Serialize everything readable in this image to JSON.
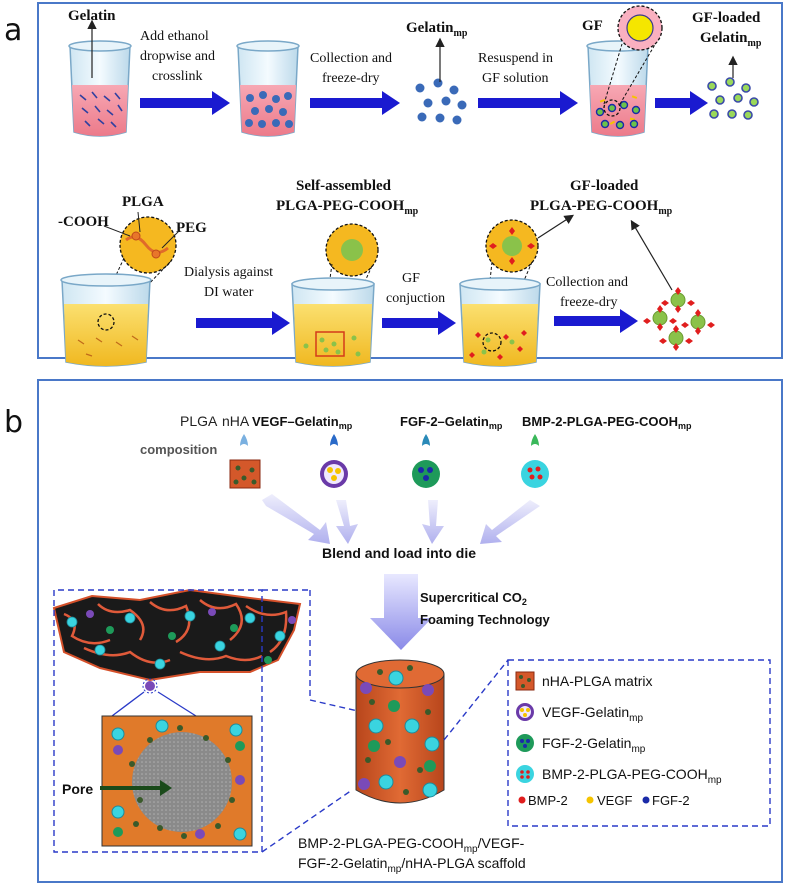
{
  "panel_a": {
    "label": "a",
    "gelatin_label": "Gelatin",
    "step1_line1": "Add ethanol",
    "step1_line2": "dropwise and",
    "step1_line3": "crosslink",
    "step2_line1": "Collection and",
    "step2_line2": "freeze-dry",
    "gelatin_mp_main": "Gelatin",
    "gelatin_mp_sub": "mp",
    "step3_line1": "Resuspend in",
    "step3_line2": "GF solution",
    "gf_label": "GF",
    "gf_loaded_line1": "GF-loaded",
    "gf_loaded_line2_main": "Gelatin",
    "gf_loaded_line2_sub": "mp",
    "plga_label": "PLGA",
    "cooh_label": "-COOH",
    "peg_label": "PEG",
    "step4_line1": "Dialysis against",
    "step4_line2": "DI water",
    "self_assembled_line1": "Self-assembled",
    "self_assembled_line2_main": "PLGA-PEG-COOH",
    "self_assembled_line2_sub": "mp",
    "step5_line1": "GF",
    "step5_line2": "conjuction",
    "gf_loaded_plga_line1": "GF-loaded",
    "gf_loaded_plga_line2_main": "PLGA-PEG-COOH",
    "gf_loaded_plga_line2_sub": "mp",
    "step6_line1": "Collection and",
    "step6_line2": "freeze-dry"
  },
  "panel_b": {
    "label": "b",
    "plga": "PLGA",
    "nha": "nHA",
    "composition": "composition",
    "vegf_main": "VEGF–Gelatin",
    "vegf_sub": "mp",
    "fgf_main": "FGF-2–Gelatin",
    "fgf_sub": "mp",
    "bmp_main": "BMP-2-PLGA-PEG-COOH",
    "bmp_sub": "mp",
    "blend": "Blend and load into die",
    "supercritical_main": "Supercritical CO",
    "supercritical_sub": "2",
    "foaming": "Foaming Technology",
    "pore": "Pore",
    "legend_matrix": "nHA-PLGA matrix",
    "legend_vegf_main": "VEGF-Gelatin",
    "legend_vegf_sub": "mp",
    "legend_fgf_main": "FGF-2-Gelatin",
    "legend_fgf_sub": "mp",
    "legend_bmp_main": "BMP-2-PLGA-PEG-COOH",
    "legend_bmp_sub": "mp",
    "legend_bmp2": "BMP-2",
    "legend_vegf_dot": "VEGF",
    "legend_fgf2_dot": "FGF-2",
    "scaffold_line1": "BMP-2-PLGA-PEG-COOH",
    "scaffold_line1_sub": "mp",
    "scaffold_line1_end": "/VEGF-",
    "scaffold_line2_a": "FGF-2-Gelatin",
    "scaffold_line2_sub": "mp",
    "scaffold_line2_end": "/nHA-PLGA scaffold"
  },
  "colors": {
    "frame": "#4a78c8",
    "arrow": "#1a1ad0",
    "pink_liquid": "#f08a98",
    "yellow_liquid": "#f5c842",
    "matrix": "#d4582a",
    "vegf_shell": "#6a3aa8",
    "vegf_dot": "#f5c400",
    "fgf_shell": "#1e8a5a",
    "fgf_dot": "#1a2aa8",
    "bmp_shell": "#3ad4e0",
    "bmp_dot": "#e01e1e",
    "gel_bead": "#3a6ab8",
    "plga_core": "#8ac24a",
    "dashed_blue": "#2a3ac8"
  }
}
